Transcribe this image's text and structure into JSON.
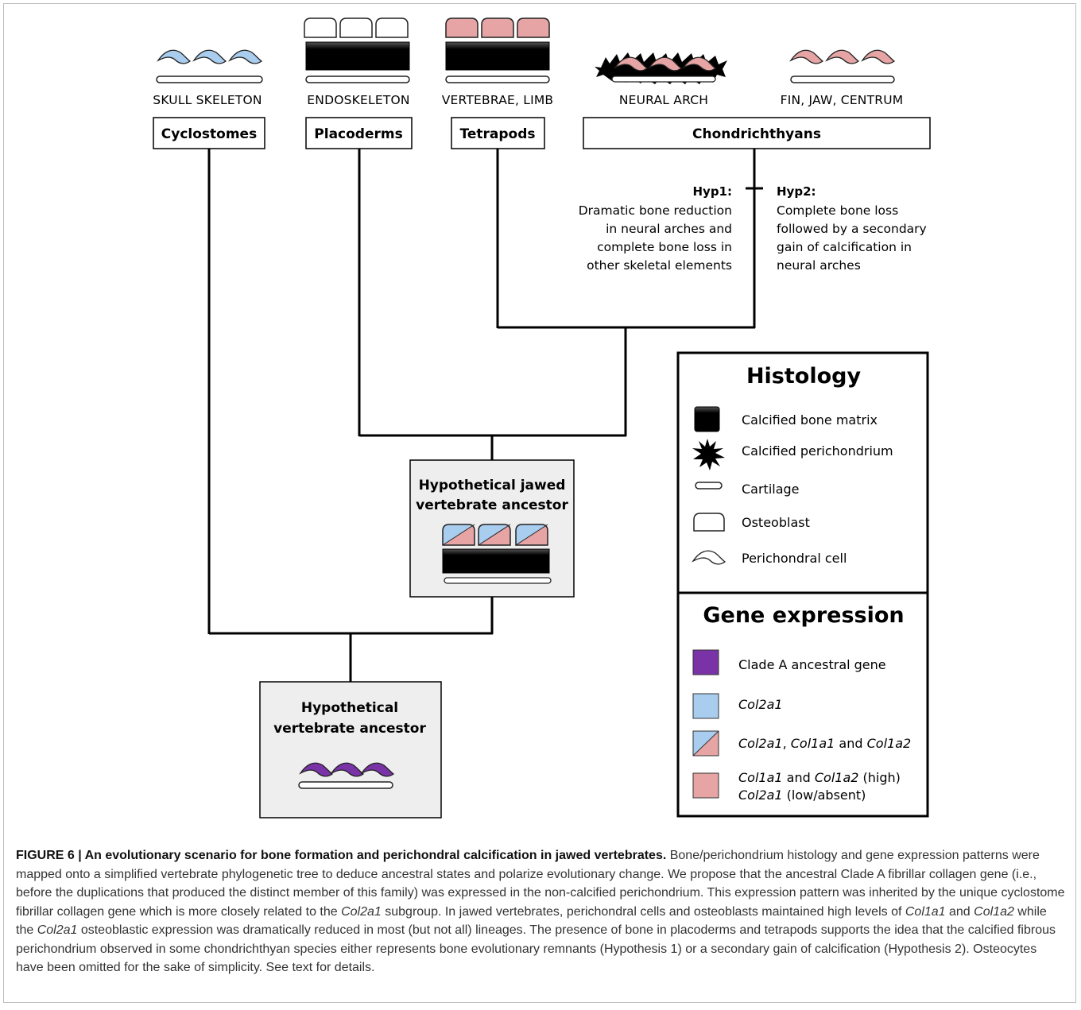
{
  "clades": {
    "cyclostomes": "Cyclostomes",
    "placoderms": "Placoderms",
    "tetrapods": "Tetrapods",
    "chondrichthyans": "Chondrichthyans"
  },
  "tissues": {
    "cyclostomes": "SKULL SKELETON",
    "placoderms": "ENDOSKELETON",
    "tetrapods": "VERTEBRAE, LIMB",
    "chondrichthyans_a": "NEURAL ARCH",
    "chondrichthyans_b": "FIN, JAW, CENTRUM"
  },
  "hypotheses": {
    "hyp1_head": "Hyp1:",
    "hyp1_lines": [
      "Dramatic bone reduction",
      "in neural arches and",
      "complete bone loss in",
      "other skeletal elements"
    ],
    "hyp2_head": "Hyp2:",
    "hyp2_lines": [
      "Complete bone loss",
      "followed by a secondary",
      "gain of calcification in",
      "neural arches"
    ]
  },
  "ancestors": {
    "jawed_lines": [
      "Hypothetical jawed",
      "vertebrate ancestor"
    ],
    "vertebrate_lines": [
      "Hypothetical",
      "vertebrate ancestor"
    ]
  },
  "legend": {
    "histology_title": "Histology",
    "histology_items": [
      "Calcified bone matrix",
      "Calcified perichondrium",
      "Cartilage",
      "Osteoblast",
      "Perichondral cell"
    ],
    "gene_title": "Gene expression",
    "gene_items": {
      "clade_a": "Clade A ancestral gene",
      "col2a1": "Col2a1",
      "mixed_a": "Col2a1",
      "mixed_b": ", ",
      "mixed_c": "Col1a1",
      "mixed_d": " and ",
      "mixed_e": "Col1a2",
      "pink1_a": "Col1a1",
      "pink1_b": " and ",
      "pink1_c": "Col1a2",
      "pink1_d": " (high)",
      "pink2_a": "Col2a1",
      "pink2_b": " (low/absent)"
    }
  },
  "caption": {
    "head": "FIGURE 6 | An evolutionary scenario for bone formation and perichondral calcification in jawed vertebrates.",
    "t1": " Bone/perichondrium histology and gene expression patterns were mapped onto a simplified vertebrate phylogenetic tree to deduce ancestral states and polarize evolutionary change. We propose that the ancestral Clade A fibrillar collagen gene (i.e., before the duplications that produced the distinct member of this family) was expressed in the non-calcified perichondrium. This expression pattern was inherited by the unique cyclostome fibrillar collagen gene which is more closely related to the ",
    "i1": "Col2a1",
    "t2": " subgroup. In jawed vertebrates, perichondral cells and osteoblasts maintained high levels of ",
    "i2": "Col1a1",
    "t3": " and ",
    "i3": "Col1a2",
    "t4": " while the ",
    "i4": "Col2a1",
    "t5": " osteoblastic expression was dramatically reduced in most (but not all) lineages. The presence of bone in placoderms and tetrapods supports the idea that the calcified fibrous perichondrium observed in some chondrichthyan species either represents bone evolutionary remnants (Hypothesis 1) or a secondary gain of calcification (Hypothesis 2). Osteocytes have been omitted for the sake of simplicity. See text for details."
  },
  "colors": {
    "blue": "#a9cdee",
    "pink": "#e6a4a4",
    "purple": "#7a33a6",
    "bone": "#000000",
    "ancestor_box": "#eeeeee"
  },
  "icons": [
    "perichondral-cell-icon",
    "osteoblast-icon",
    "bone-matrix-icon",
    "cartilage-icon",
    "calcified-perichondrium-icon"
  ]
}
